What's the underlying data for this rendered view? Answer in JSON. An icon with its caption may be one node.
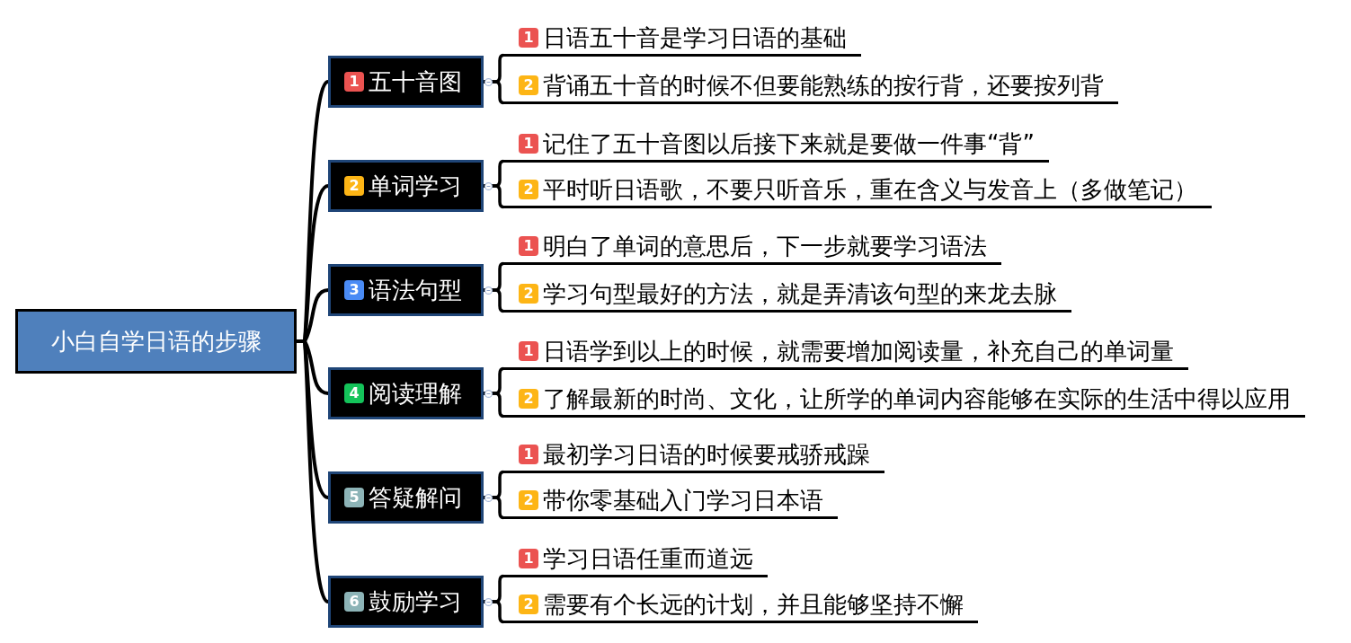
{
  "diagram": {
    "nodes": [
      {
        "text": [
          "小白自学日语的步骤"
        ]
      },
      {
        "text": [
          "1",
          "五十音图"
        ]
      },
      {
        "text": [
          "1",
          "日语五十音是学习日语的基础"
        ]
      },
      {
        "text": [
          "2",
          "背诵五十音的时候不但要能熟练的按行背，还要按列背"
        ]
      },
      {
        "text": [
          "2",
          "单词学习"
        ]
      },
      {
        "text": [
          "1",
          "记住了五十音图以后接下来就是要做一件事“背”"
        ]
      },
      {
        "text": [
          "2",
          "平时听日语歌，不要只听音乐，重在含义与发音上（多做笔记）"
        ]
      },
      {
        "text": [
          "3",
          "语法句型"
        ]
      },
      {
        "text": [
          "1",
          "明白了单词的意思后，下一步就要学习语法"
        ]
      },
      {
        "text": [
          "2",
          "学习句型最好的方法，就是弄清该句型的来龙去脉"
        ]
      },
      {
        "text": [
          "4",
          "阅读理解"
        ]
      },
      {
        "text": [
          "1",
          "日语学到以上的时候，就需要增加阅读量，补充自己的单词量"
        ]
      },
      {
        "text": [
          "2",
          "了解最新的时尚、文化，让所学的单词内容能够在实际的生活中得以应用"
        ]
      },
      {
        "text": [
          "5",
          "答疑解问"
        ]
      },
      {
        "text": [
          "1",
          "最初学习日语的时候要戒骄戒躁"
        ]
      },
      {
        "text": [
          "2",
          "带你零基础入门学习日本语"
        ]
      },
      {
        "text": [
          "6",
          "鼓励学习"
        ]
      },
      {
        "text": [
          "1",
          "学习日语任重而道远"
        ]
      },
      {
        "text": [
          "2",
          "需要有个长远的计划，并且能够坚持不懈"
        ]
      }
    ],
    "edges": [
      {
        "from": 0,
        "to": 1,
        "arrow": "none"
      },
      {
        "from": 0,
        "to": 4,
        "arrow": "none"
      },
      {
        "from": 0,
        "to": 7,
        "arrow": "none"
      },
      {
        "from": 0,
        "to": 10,
        "arrow": "none"
      },
      {
        "from": 0,
        "to": 13,
        "arrow": "none"
      },
      {
        "from": 0,
        "to": 16,
        "arrow": "none"
      },
      {
        "from": 1,
        "to": 2,
        "arrow": "none"
      },
      {
        "from": 1,
        "to": 3,
        "arrow": "none"
      },
      {
        "from": 4,
        "to": 5,
        "arrow": "none"
      },
      {
        "from": 4,
        "to": 6,
        "arrow": "none"
      },
      {
        "from": 7,
        "to": 8,
        "arrow": "none"
      },
      {
        "from": 7,
        "to": 9,
        "arrow": "none"
      },
      {
        "from": 10,
        "to": 11,
        "arrow": "none"
      },
      {
        "from": 10,
        "to": 12,
        "arrow": "none"
      },
      {
        "from": 13,
        "to": 14,
        "arrow": "none"
      },
      {
        "from": 13,
        "to": 15,
        "arrow": "none"
      },
      {
        "from": 16,
        "to": 17,
        "arrow": "none"
      },
      {
        "from": 16,
        "to": 18,
        "arrow": "none"
      }
    ]
  }
}
